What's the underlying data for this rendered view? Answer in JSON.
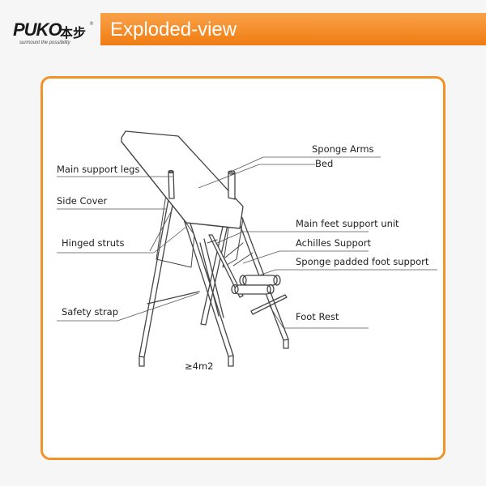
{
  "brand": {
    "name": "PUKO",
    "chinese": "本步",
    "tagline": "surmount the possibility",
    "registered": "®"
  },
  "header": {
    "title": "Exploded-view"
  },
  "diagram": {
    "labels": {
      "main_support_legs": "Main support legs",
      "side_cover": "Side Cover",
      "hinged_struts": "Hinged struts",
      "safety_strap": "Safety strap",
      "sponge_arms": "Sponge Arms",
      "bed": "Bed",
      "main_feet_support_unit": "Main feet support unit",
      "achilles_support": "Achilles Support",
      "sponge_padded_foot_support": "Sponge padded foot support",
      "foot_rest": "Foot Rest",
      "area_note": "≥4m2"
    }
  },
  "colors": {
    "accent": "#f39226",
    "line": "#444444"
  }
}
